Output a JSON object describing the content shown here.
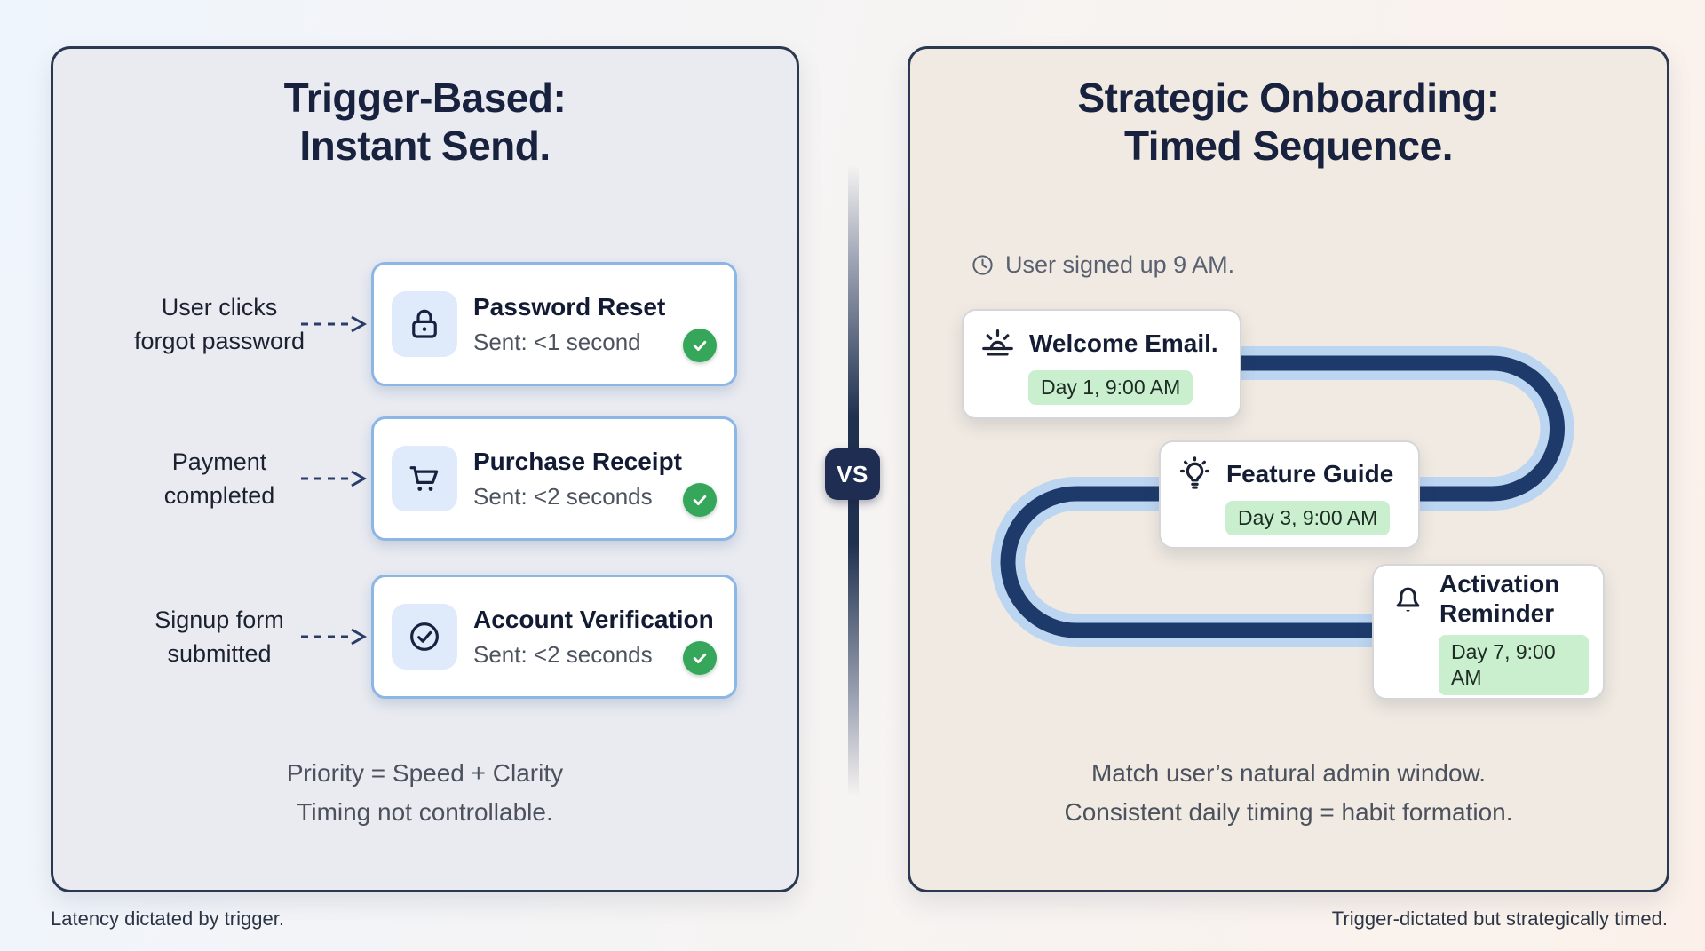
{
  "left_panel": {
    "title_line1": "Trigger-Based:",
    "title_line2": "Instant Send.",
    "rows": [
      {
        "trigger_line1": "User clicks",
        "trigger_line2": "forgot password",
        "email": "Password Reset",
        "sent": "Sent: <1 second",
        "icon": "lock-icon"
      },
      {
        "trigger_line1": "Payment",
        "trigger_line2": "completed",
        "email": "Purchase Receipt",
        "sent": "Sent: <2 seconds",
        "icon": "cart-icon"
      },
      {
        "trigger_line1": "Signup form",
        "trigger_line2": "submitted",
        "email": "Account Verification",
        "sent": "Sent: <2 seconds",
        "icon": "check-circle-icon"
      }
    ],
    "summary_line1": "Priority = Speed + Clarity",
    "summary_line2": "Timing not controllable.",
    "footer": "Latency dictated by trigger."
  },
  "divider": {
    "vs_label": "VS"
  },
  "right_panel": {
    "title_line1": "Strategic Onboarding:",
    "title_line2": "Timed Sequence.",
    "signup_note": "User signed up 9 AM.",
    "steps": [
      {
        "title": "Welcome Email.",
        "badge": "Day 1, 9:00 AM",
        "icon": "sunrise-icon"
      },
      {
        "title": "Feature Guide",
        "badge": "Day 3, 9:00 AM",
        "icon": "lightbulb-icon"
      },
      {
        "title": "Activation Reminder",
        "badge": "Day 7, 9:00 AM",
        "icon": "bell-icon"
      }
    ],
    "summary_line1": "Match user’s natural admin window.",
    "summary_line2": "Consistent daily timing = habit formation.",
    "footer": "Trigger-dictated but strategically timed."
  },
  "colors": {
    "navy_title": "#18223e",
    "panel_left_bg": "#e9ebf1",
    "panel_right_bg": "#f0eae2",
    "card_border_blue": "#8cb6e6",
    "success_green": "#35a65a",
    "pill_green_bg": "#c9efcf",
    "path_navy": "#1d3a6b",
    "path_light_blue": "#bcd6f2",
    "vs_badge_bg": "#1f2d52"
  }
}
